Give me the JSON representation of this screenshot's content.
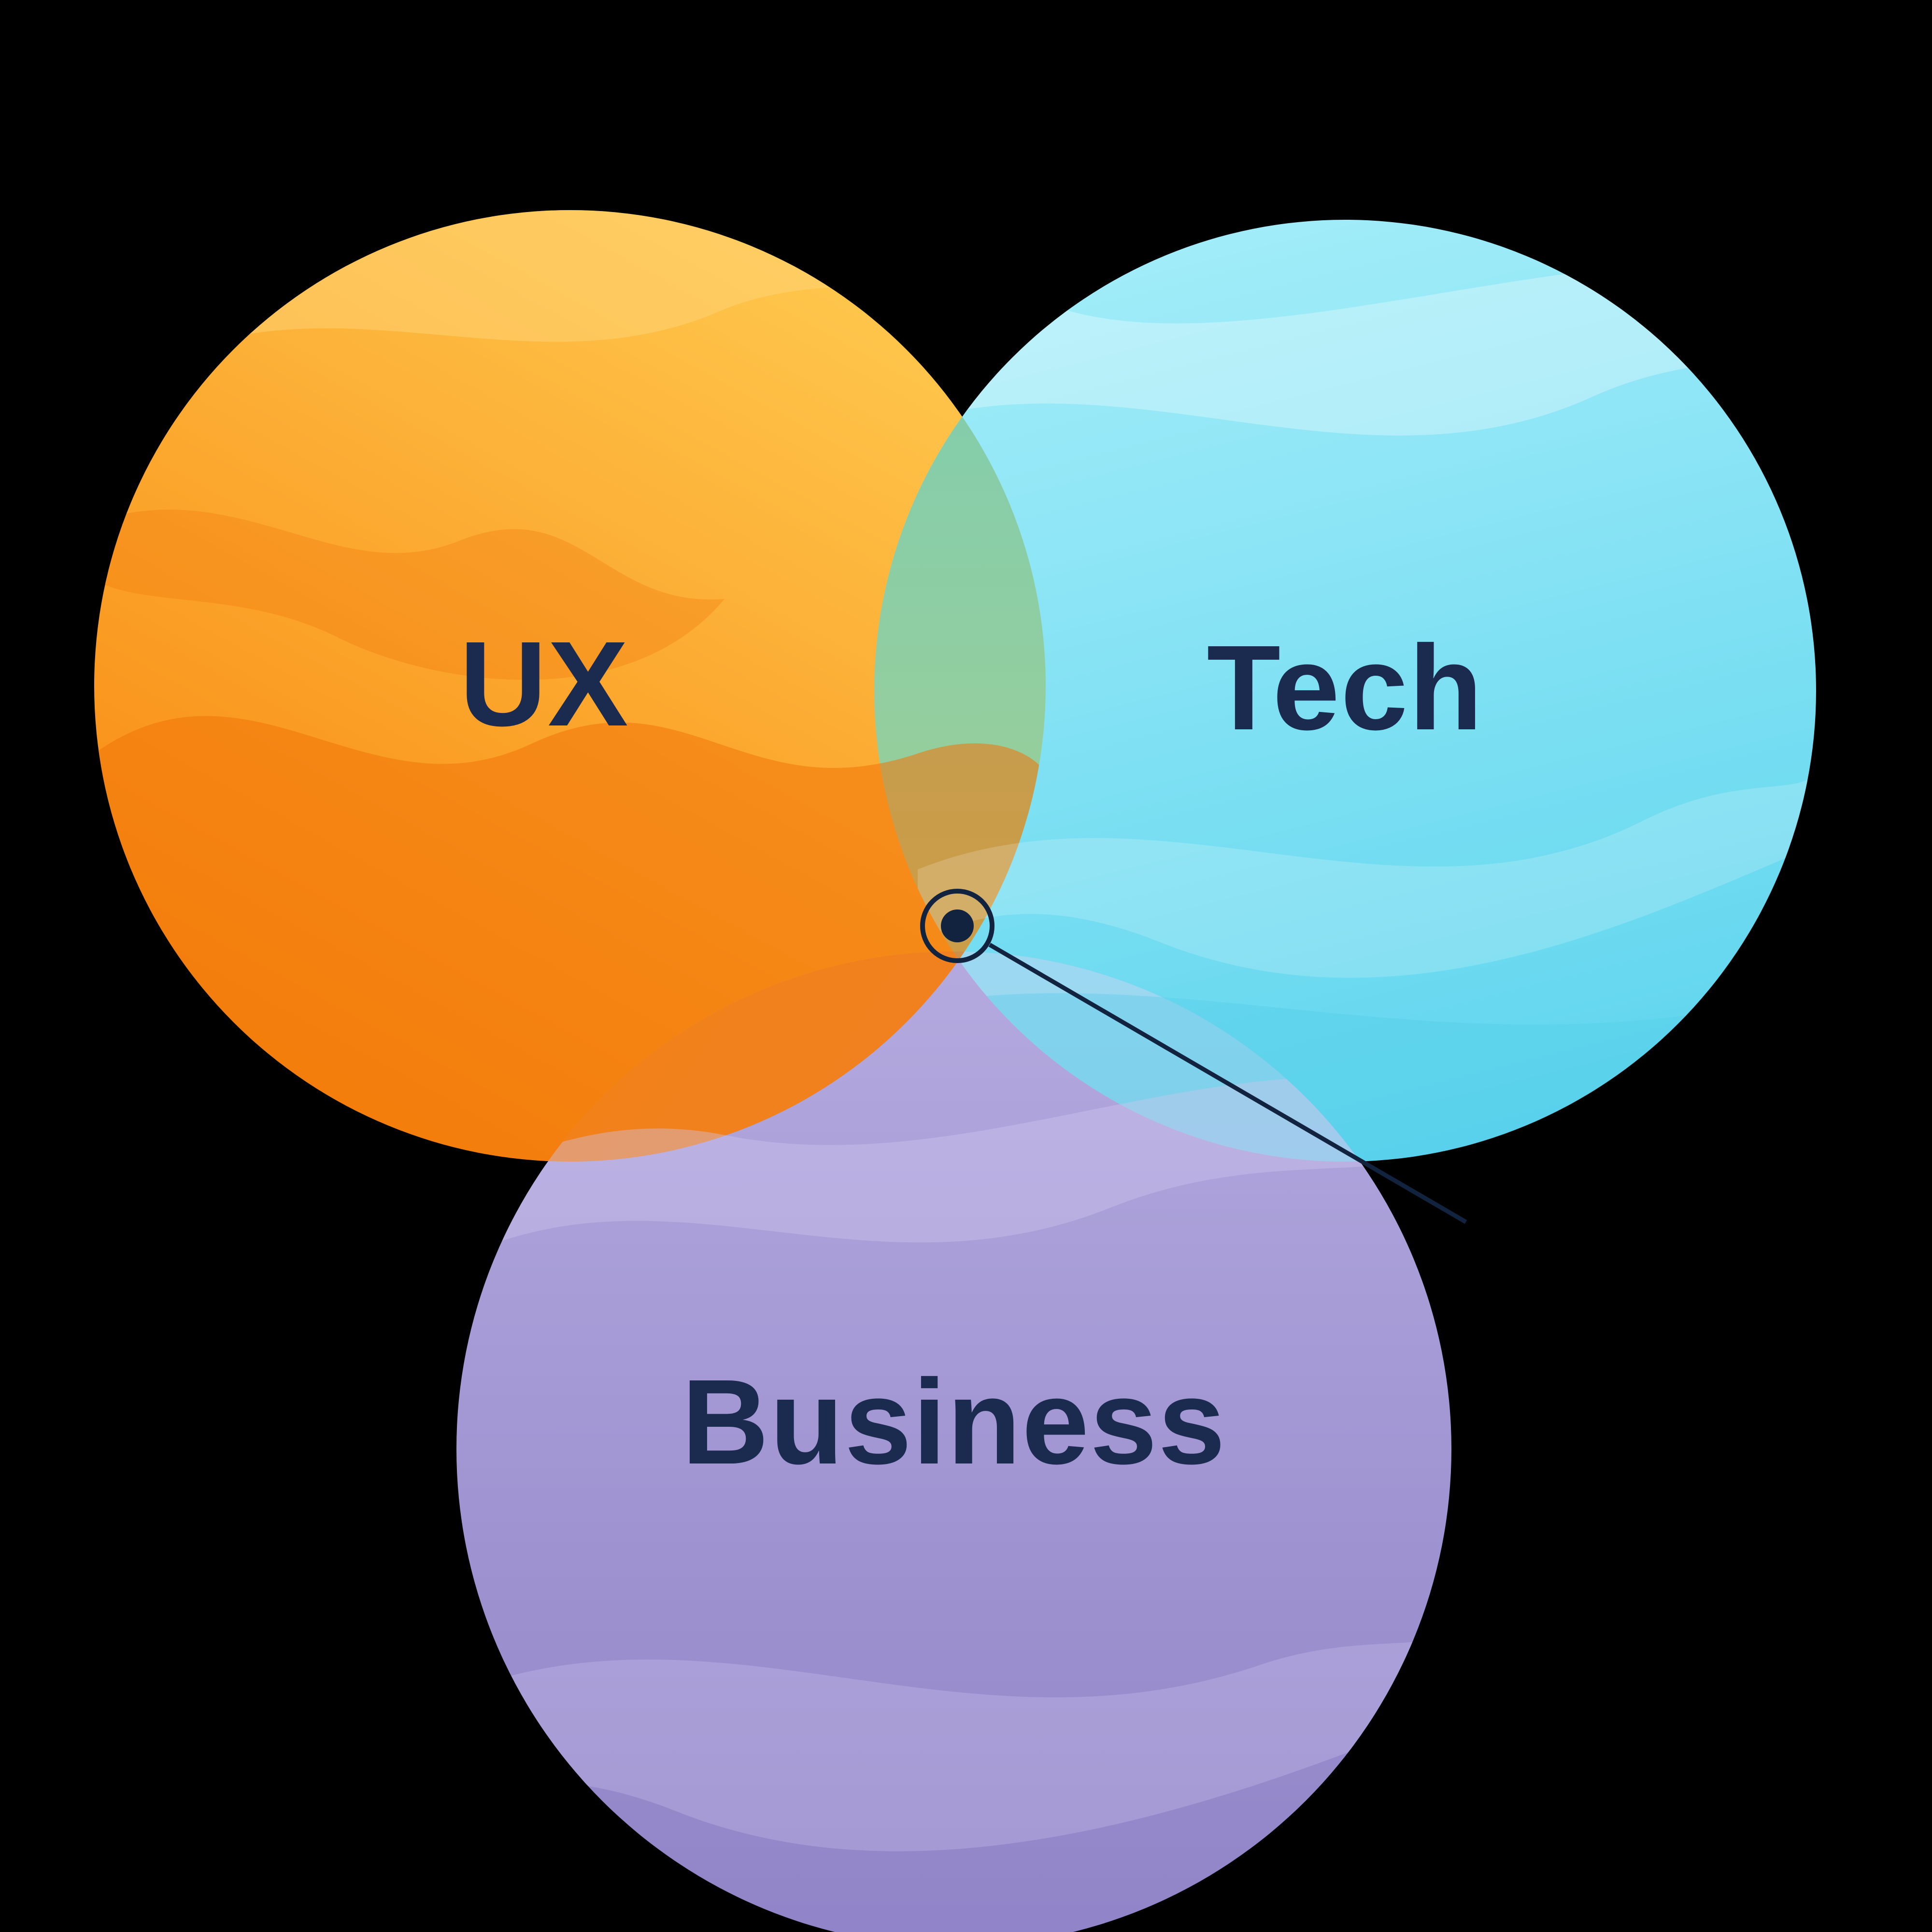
{
  "diagram": {
    "title": "UX Tech Business venn diagram",
    "background": "#000000",
    "sets": [
      {
        "label": "UX"
      },
      {
        "label": "Tech"
      },
      {
        "label": "Business"
      }
    ],
    "colors": {
      "ux_top": "#FFC94F",
      "ux_bottom": "#F8830B",
      "ux_wave_dark": "#F0740A",
      "ux_wave_light": "#FFD87E",
      "tech_top": "#A3EDF9",
      "tech_bottom": "#5FD5EE",
      "tech_wave_light": "#FFFFFF",
      "tech_wave_deep": "#4FCBE8",
      "business_top": "#B4AADF",
      "business_bottom": "#9083C7",
      "business_wave_light": "#CFC6EE",
      "ux_tech_overlap_top": "#7BCDB3",
      "ux_tech_overlap_bottom": "#A8CE8C",
      "ux_business_overlap_left": "#F5912C",
      "ux_business_overlap_right": "#DE8D5B",
      "tech_business_overlap_top": "#9CD9F1",
      "tech_business_overlap_bottom": "#8FB3E3",
      "center_overlap": "#A2B096",
      "label_text": "#1B2B4F",
      "callout": "#12233F"
    }
  }
}
